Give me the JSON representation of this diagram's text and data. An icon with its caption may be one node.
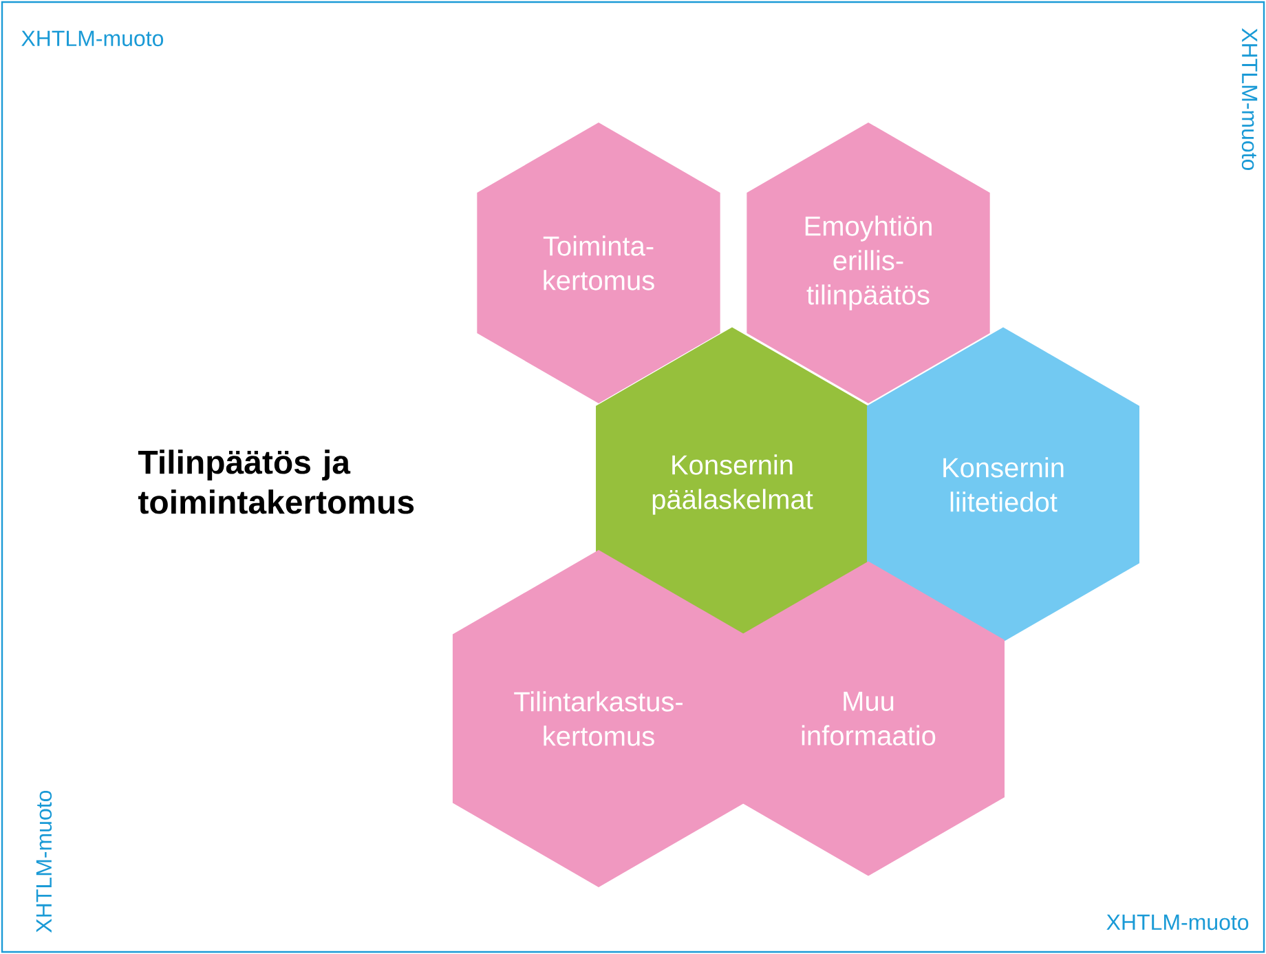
{
  "diagram": {
    "nodes": [
      {
        "text": [
          "Toiminta- kertomus"
        ]
      },
      {
        "text": [
          "Emoyhtiön erillis- tilinpäätös"
        ]
      },
      {
        "text": [
          "Konsernin päälaskelmat"
        ]
      },
      {
        "text": [
          "Konsernin liitetiedot"
        ]
      },
      {
        "text": [
          "Tilintarkastus- kertomus"
        ]
      },
      {
        "text": [
          "Muu informaatio"
        ]
      }
    ],
    "labels": [
      "XHTLM-muoto",
      "XHTLM-muoto",
      "Tilinpäätös ja toimintakertomus",
      "XHTLM-muoto",
      "XHTLM-muoto"
    ]
  }
}
